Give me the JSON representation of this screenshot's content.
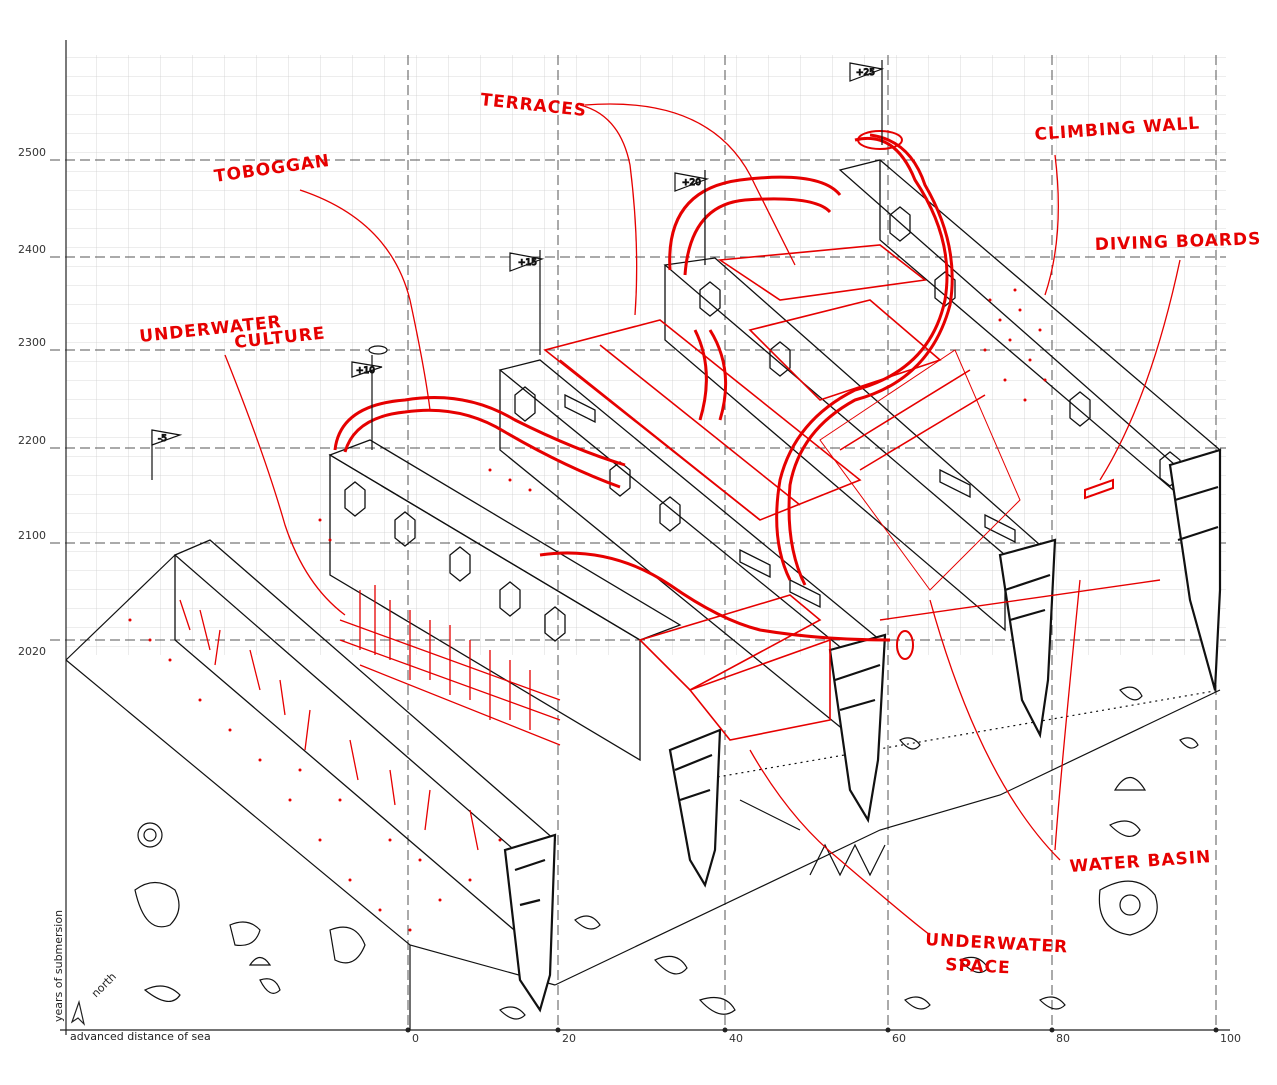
{
  "colors": {
    "ink": "#111111",
    "accent": "#e60000",
    "grid_minor": "#c8c8c8",
    "grid_major": "#444444"
  },
  "axes": {
    "y_title": "years of submersion",
    "x_title": "advanced distance of sea",
    "north_label": "north",
    "y_ticks": [
      "2500",
      "2400",
      "2300",
      "2200",
      "2100",
      "2020"
    ],
    "x_ticks": [
      "0",
      "20",
      "40",
      "60",
      "80",
      "100"
    ]
  },
  "annotations": {
    "terraces": "TERRACES",
    "climbing_wall": "CLIMBING WALL",
    "toboggan": "TOBOGGAN",
    "diving_boards": "DIVING BOARDS",
    "underwater_culture_1": "UNDERWATER",
    "underwater_culture_2": "CULTURE",
    "water_basin": "WATER BASIN",
    "underwater_space_1": "UNDERWATER",
    "underwater_space_2": "SPACE"
  },
  "flags": [
    "-5",
    "+10",
    "+15",
    "+20",
    "+25"
  ]
}
